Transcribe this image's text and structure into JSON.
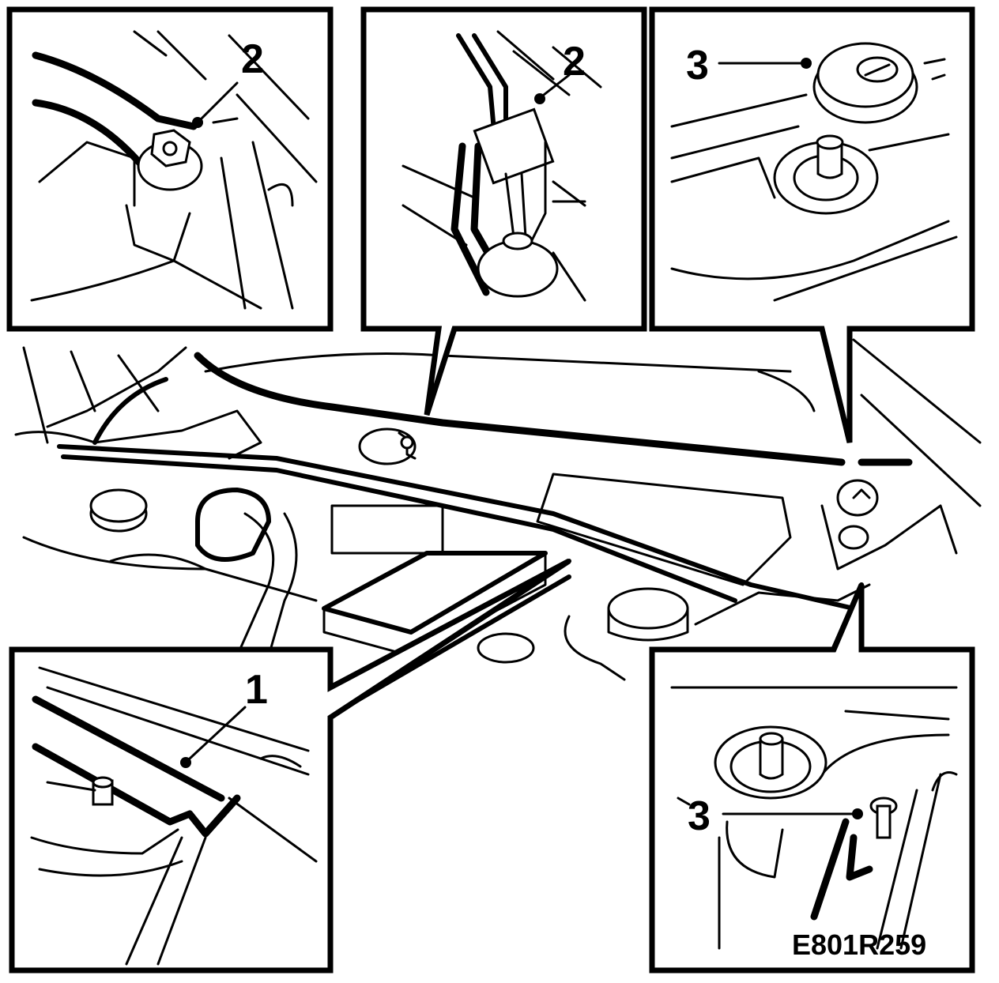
{
  "figure": {
    "code": "E801R259",
    "callouts": {
      "top_left": "2",
      "top_center": "2",
      "top_right": "3",
      "bottom_left": "1",
      "bottom_right": "3"
    }
  },
  "colors": {
    "ink": "#000000",
    "paper": "#ffffff"
  },
  "icons": [
    "nut-icon",
    "screwdriver-icon",
    "grommet-icon",
    "bolt-icon"
  ]
}
